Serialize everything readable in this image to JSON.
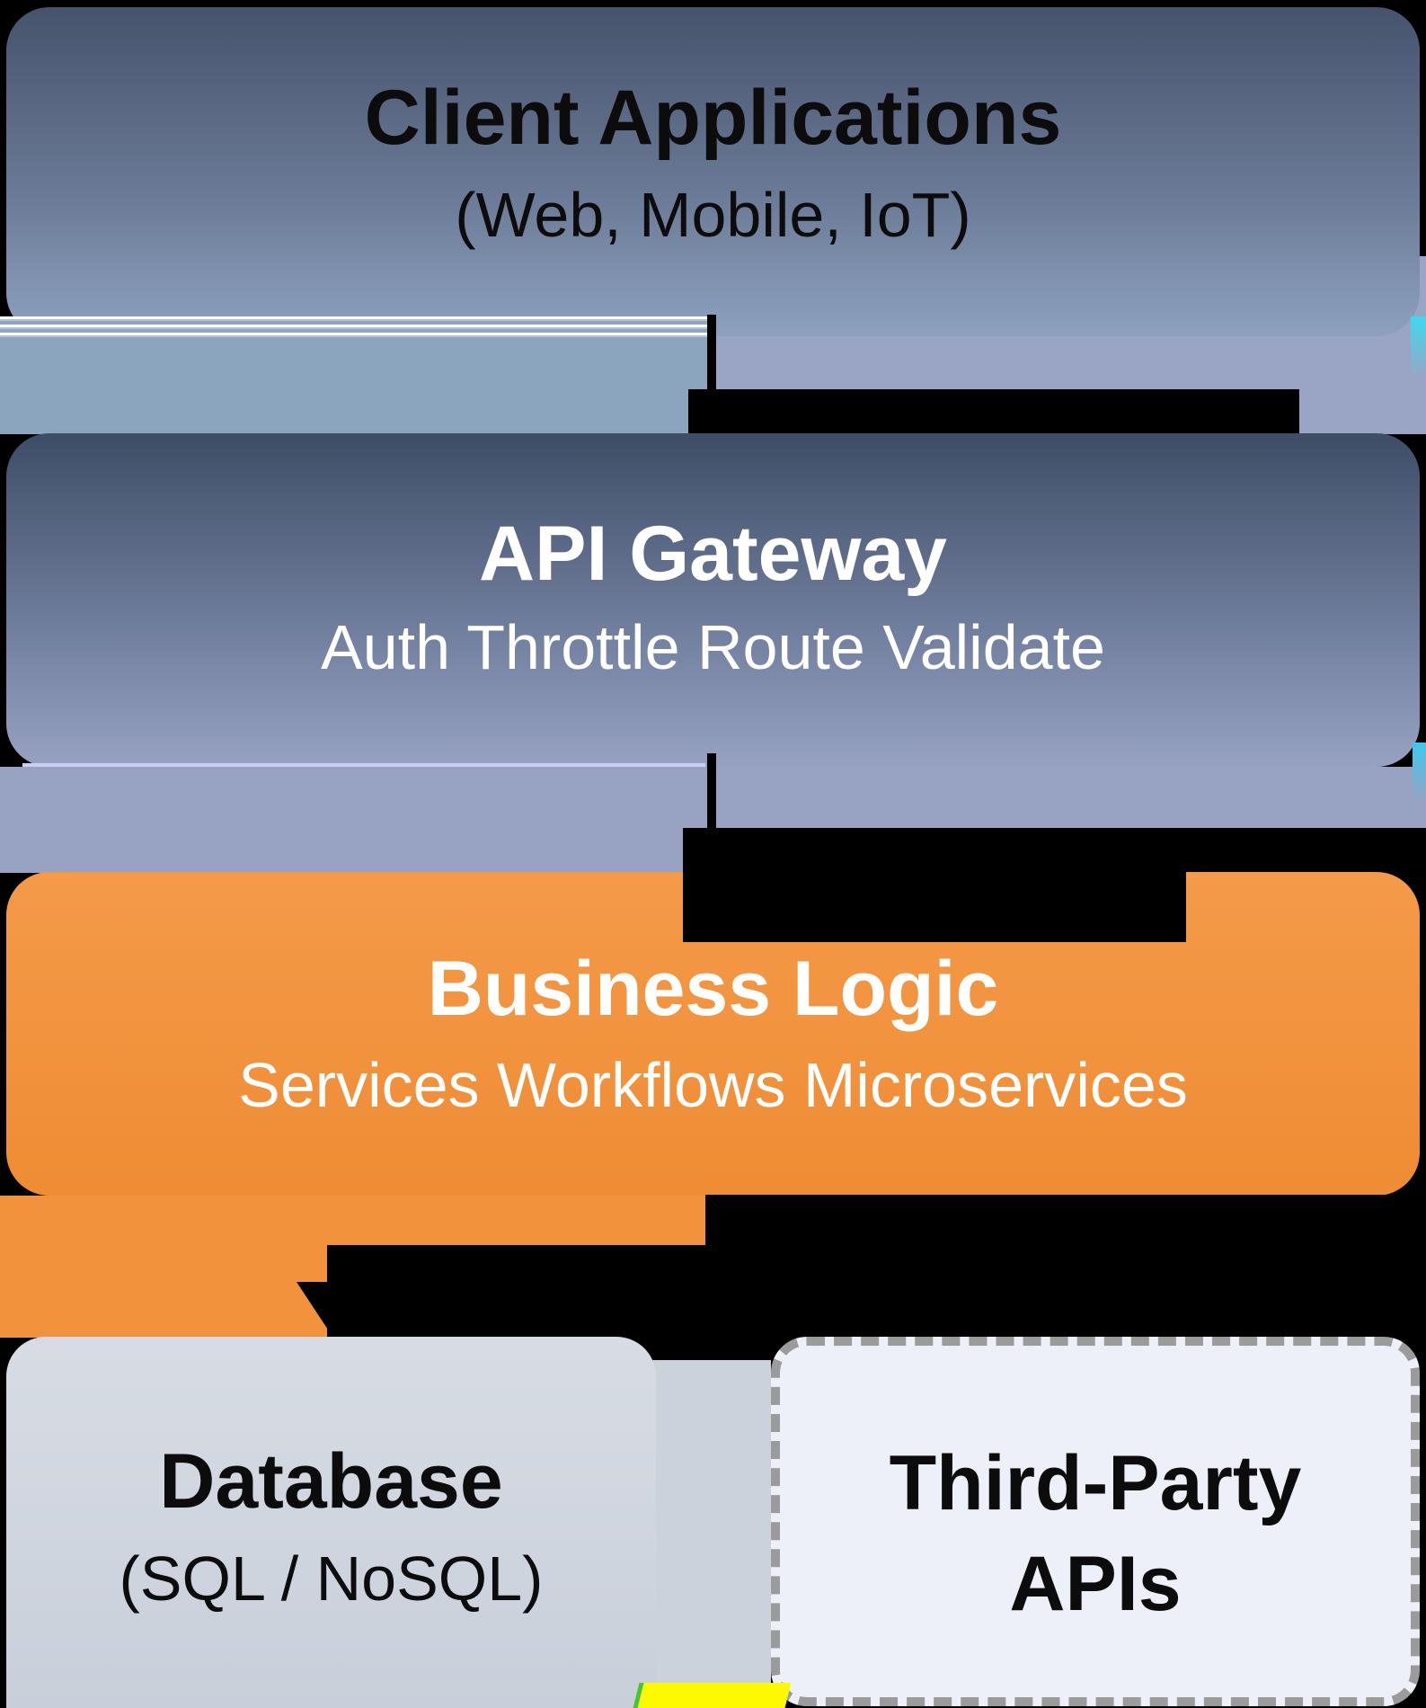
{
  "diagram": {
    "nodes": {
      "client": {
        "title": "Client Applications",
        "subtitle": "(Web, Mobile, IoT)"
      },
      "gateway": {
        "title": "API Gateway",
        "subtitle": "Auth Throttle Route Validate"
      },
      "business": {
        "title": "Business Logic",
        "subtitle": "Services Workflows Microservices"
      },
      "database": {
        "title": "Database",
        "subtitle": "(SQL / NoSQL)"
      },
      "third_party": {
        "line1": "Third-Party",
        "line2": "APIs"
      }
    },
    "colors": {
      "background": "#000000",
      "client_gradient_top": "#46536d",
      "client_gradient_bottom": "#8da1bf",
      "gateway_gradient_top": "#3e4d66",
      "gateway_gradient_bottom": "#97a2c3",
      "business_orange": "#f2923d",
      "database_gray": "#ced4de",
      "third_party_fill": "#edf0f9",
      "third_party_dash_border": "#9b9b9b",
      "arrow_black": "#000000",
      "glitch_yellow": "#fdf900",
      "glitch_cyan": "#3fd9ec",
      "glitch_green": "#45c43d"
    }
  }
}
